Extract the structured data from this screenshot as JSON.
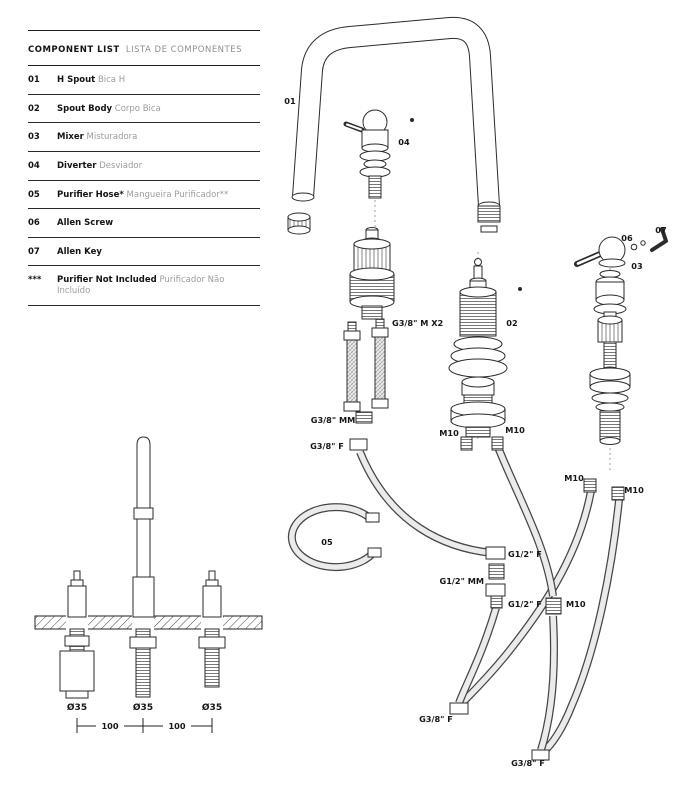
{
  "component_list": {
    "title": "COMPONENT LIST",
    "subtitle": "LISTA DE COMPONENTES",
    "items": [
      {
        "num": "01",
        "en": "H Spout",
        "pt": "Bica H"
      },
      {
        "num": "02",
        "en": "Spout Body",
        "pt": "Corpo Bica"
      },
      {
        "num": "03",
        "en": "Mixer",
        "pt": "Misturadora"
      },
      {
        "num": "04",
        "en": "Diverter",
        "pt": "Desviador"
      },
      {
        "num": "05",
        "en": "Purifier Hose*",
        "pt": "Mangueira Purificador**"
      },
      {
        "num": "06",
        "en": "Allen Screw",
        "pt": ""
      },
      {
        "num": "07",
        "en": "Allen Key",
        "pt": ""
      },
      {
        "num": "***",
        "en": "Purifier Not Included",
        "pt": "Purificador Não Incluído"
      }
    ]
  },
  "labels": {
    "p01": "01",
    "p02": "02",
    "p03": "03",
    "p04": "04",
    "p05": "05",
    "p06": "06",
    "p07": "07",
    "g38mx2": "G3/8\" M X2",
    "g38mm": "G3/8\" MM",
    "g38f_1": "G3/8\" F",
    "g38f_2": "G3/8\" F",
    "g38f_3": "G3/8\" F",
    "m10_a": "M10",
    "m10_b": "M10",
    "m10_c": "M10",
    "m10_d": "M10",
    "m10_e": "M10",
    "g12f_1": "G1/2\" F",
    "g12mm": "G1/2\" MM",
    "g12f_2": "G1/2\" F"
  },
  "installation": {
    "hole1": "Ø35",
    "hole2": "Ø35",
    "hole3": "Ø35",
    "dim1": "100",
    "dim2": "100"
  },
  "colors": {
    "ink": "#2b2b2b",
    "muted": "#9c9c9c"
  }
}
